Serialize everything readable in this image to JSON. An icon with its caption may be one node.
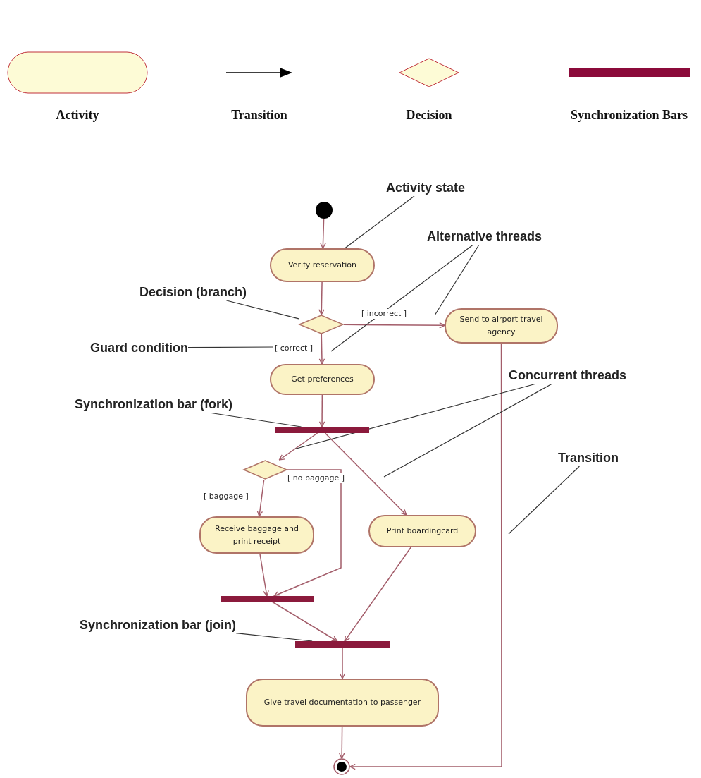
{
  "diagram": {
    "nodes": [
      {
        "text": [],
        "shape": "circle"
      },
      {
        "text": [
          "Verify reservation"
        ]
      },
      {
        "text": [],
        "shape": "diamond"
      },
      {
        "text": [
          "Send to airport travel agency"
        ]
      },
      {
        "text": [
          "Get preferences"
        ]
      },
      {
        "text": [],
        "shape": "bar"
      },
      {
        "text": [],
        "shape": "diamond"
      },
      {
        "text": [
          "Receive baggage and print receipt"
        ]
      },
      {
        "text": [
          "Print boardingcard"
        ]
      },
      {
        "text": [],
        "shape": "bar"
      },
      {
        "text": [],
        "shape": "bar"
      },
      {
        "text": [
          "Give travel documentation to passenger"
        ]
      },
      {
        "text": [],
        "shape": "circle"
      },
      {
        "text": [
          "Activity state"
        ]
      },
      {
        "text": [
          "Alternative threads"
        ]
      },
      {
        "text": [
          "Decision (branch)"
        ]
      },
      {
        "text": [
          "Guard condition"
        ]
      },
      {
        "text": [
          "Synchronization bar (fork)"
        ]
      },
      {
        "text": [
          "Concurrent threads"
        ]
      },
      {
        "text": [
          "Transition"
        ]
      },
      {
        "text": [
          "Synchronization bar (join)"
        ]
      }
    ],
    "edges": [
      {
        "from": 0,
        "to": 1,
        "arrow": "to"
      },
      {
        "from": 1,
        "to": 2,
        "arrow": "to"
      },
      {
        "from": 2,
        "to": 3,
        "arrow": "to",
        "label": "[ incorrect ]"
      },
      {
        "from": 2,
        "to": 4,
        "arrow": "to",
        "label": "[ correct ]"
      },
      {
        "from": 4,
        "to": 5,
        "arrow": "to"
      },
      {
        "from": 5,
        "to": 6,
        "arrow": "to"
      },
      {
        "from": 5,
        "to": 8,
        "arrow": "to"
      },
      {
        "from": 6,
        "to": 7,
        "arrow": "to",
        "label": "[ baggage ]"
      },
      {
        "from": 6,
        "to": 9,
        "arrow": "to",
        "label": "[ no baggage ]"
      },
      {
        "from": 7,
        "to": 9,
        "arrow": "to"
      },
      {
        "from": 9,
        "to": 10,
        "arrow": "to"
      },
      {
        "from": 8,
        "to": 10,
        "arrow": "to"
      },
      {
        "from": 10,
        "to": 11,
        "arrow": "to"
      },
      {
        "from": 11,
        "to": 12,
        "arrow": "to"
      },
      {
        "from": 3,
        "to": 12,
        "arrow": "to"
      },
      {
        "from": 13,
        "to": 1,
        "arrow": "none",
        "color": "#333333"
      },
      {
        "from": 14,
        "to": null,
        "arrow": "none",
        "color": "#333333"
      },
      {
        "from": 14,
        "to": null,
        "arrow": "none",
        "color": "#333333"
      },
      {
        "from": 15,
        "to": 2,
        "arrow": "none",
        "color": "#333333"
      },
      {
        "from": 16,
        "to": null,
        "arrow": "none",
        "color": "#333333"
      },
      {
        "from": 17,
        "to": 5,
        "arrow": "none",
        "color": "#333333"
      },
      {
        "from": 18,
        "to": null,
        "arrow": "none",
        "color": "#333333"
      },
      {
        "from": 18,
        "to": null,
        "arrow": "none",
        "color": "#333333"
      },
      {
        "from": 19,
        "to": null,
        "arrow": "none",
        "color": "#333333"
      },
      {
        "from": 20,
        "to": 10,
        "arrow": "none",
        "color": "#333333"
      }
    ],
    "legend": [
      {
        "text": "Activity"
      },
      {
        "text": "Transition"
      },
      {
        "text": "Decision"
      },
      {
        "text": "Synchronization Bars"
      }
    ]
  }
}
